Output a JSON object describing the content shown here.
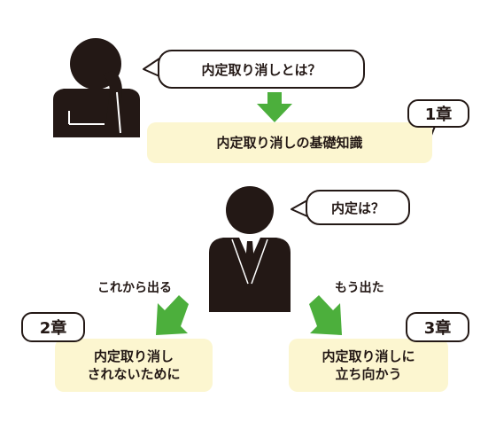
{
  "top": {
    "question": "内定取り消しとは？",
    "answer": "内定取り消しの基礎知識",
    "chapter": "1章"
  },
  "middle": {
    "question": "内定は？"
  },
  "left_branch": {
    "label": "これから出る",
    "box_line1": "内定取り消し",
    "box_line2": "されないために",
    "chapter": "2章"
  },
  "right_branch": {
    "label": "もう出た",
    "box_line1": "内定取り消しに",
    "box_line2": "立ち向かう",
    "chapter": "3章"
  },
  "colors": {
    "arrow": "#4caf3c",
    "box": "#fcf6d0",
    "ink": "#231815"
  }
}
